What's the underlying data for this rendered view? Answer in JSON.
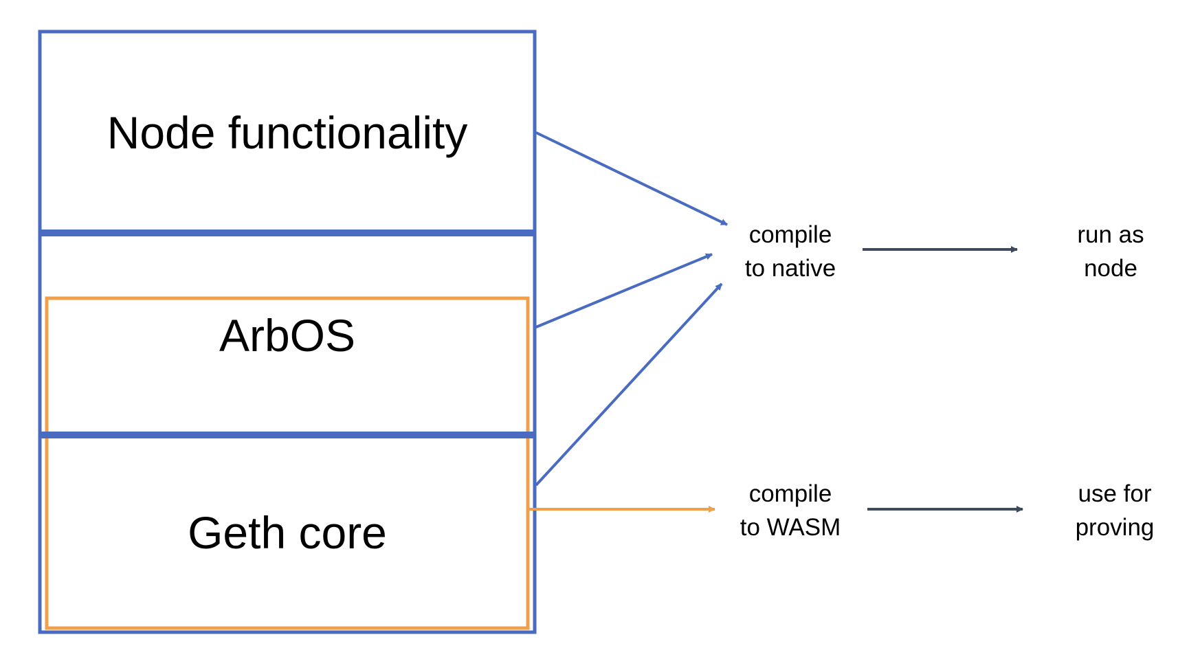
{
  "diagram": {
    "colors": {
      "blue": "#4a6bc2",
      "orange": "#f0a04b",
      "dark_arrow": "#3e4a5e",
      "text": "#000000",
      "background": "#ffffff"
    },
    "boxes": {
      "node_functionality": "Node functionality",
      "arbos": "ArbOS",
      "geth_core": "Geth core"
    },
    "steps": {
      "compile_native": [
        "compile",
        "to native"
      ],
      "run_as_node": [
        "run as",
        "node"
      ],
      "compile_wasm": [
        "compile",
        "to WASM"
      ],
      "use_for_proving": [
        "use for",
        "proving"
      ]
    }
  }
}
